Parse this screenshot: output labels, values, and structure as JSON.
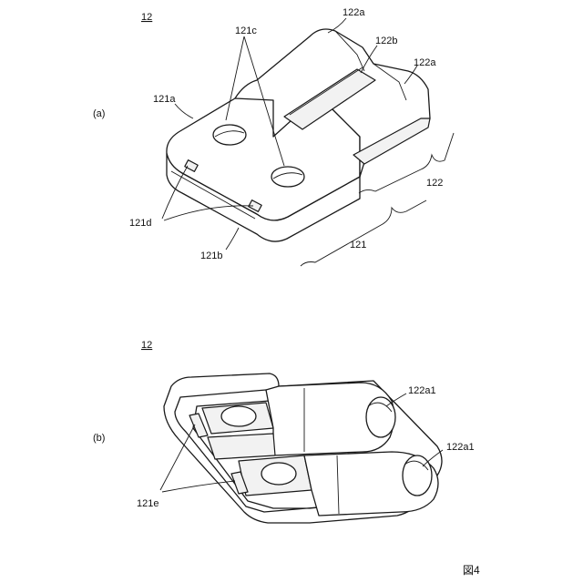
{
  "figure": {
    "caption": "図4",
    "view_a": {
      "panel": "(a)",
      "ref": "12",
      "labels": {
        "l121c": "121c",
        "l122a_top": "122a",
        "l122b": "122b",
        "l122a_right": "122a",
        "l121a": "121a",
        "l122": "122",
        "l121d": "121d",
        "l121b": "121b",
        "l121": "121"
      }
    },
    "view_b": {
      "panel": "(b)",
      "ref": "12",
      "labels": {
        "l122a1_top": "122a1",
        "l122a1_bottom": "122a1",
        "l121e": "121e"
      }
    }
  }
}
